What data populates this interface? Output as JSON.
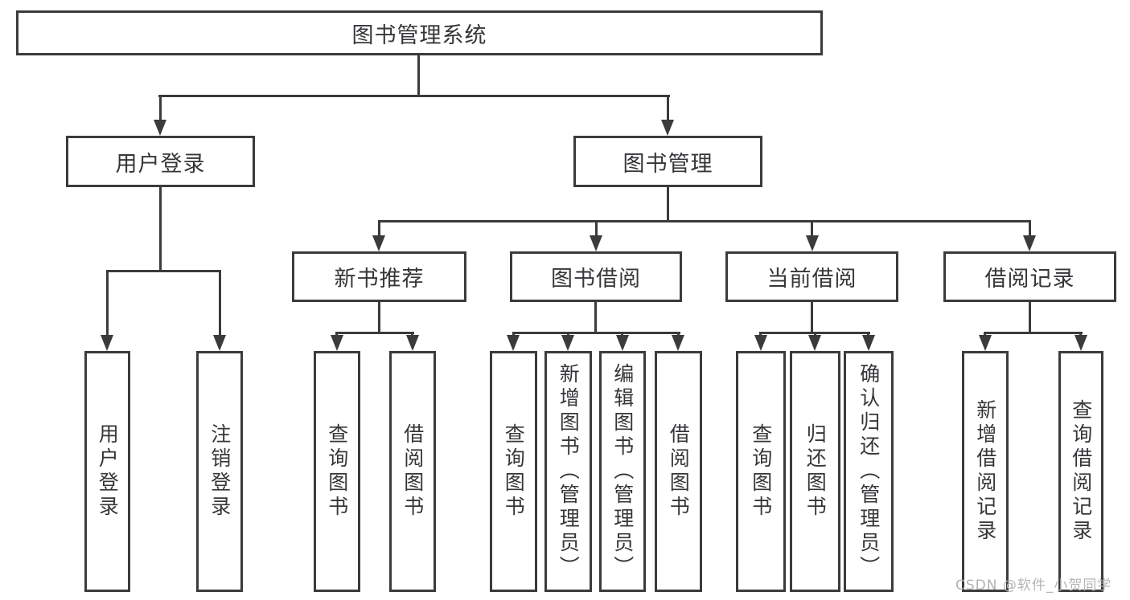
{
  "diagram": {
    "root": {
      "label": "图书管理系统"
    },
    "branches": [
      {
        "label": "用户登录",
        "children": [
          {
            "label": "用户登录"
          },
          {
            "label": "注销登录"
          }
        ]
      },
      {
        "label": "图书管理",
        "children": [
          {
            "label": "新书推荐",
            "children": [
              {
                "label": "查询图书"
              },
              {
                "label": "借阅图书"
              }
            ]
          },
          {
            "label": "图书借阅",
            "children": [
              {
                "label": "查询图书"
              },
              {
                "label": "新增图书（管理员）"
              },
              {
                "label": "编辑图书（管理员）"
              },
              {
                "label": "借阅图书"
              }
            ]
          },
          {
            "label": "当前借阅",
            "children": [
              {
                "label": "查询图书"
              },
              {
                "label": "归还图书"
              },
              {
                "label": "确认归还（管理员）"
              }
            ]
          },
          {
            "label": "借阅记录",
            "children": [
              {
                "label": "新增借阅记录"
              },
              {
                "label": "查询借阅记录"
              }
            ]
          }
        ]
      }
    ]
  },
  "watermark": {
    "text": "CSDN @软件_小贺同学",
    "color": "#b4b4b8"
  },
  "colors": {
    "line": "#3b3b3b",
    "text": "#36363a",
    "background": "#ffffff"
  }
}
